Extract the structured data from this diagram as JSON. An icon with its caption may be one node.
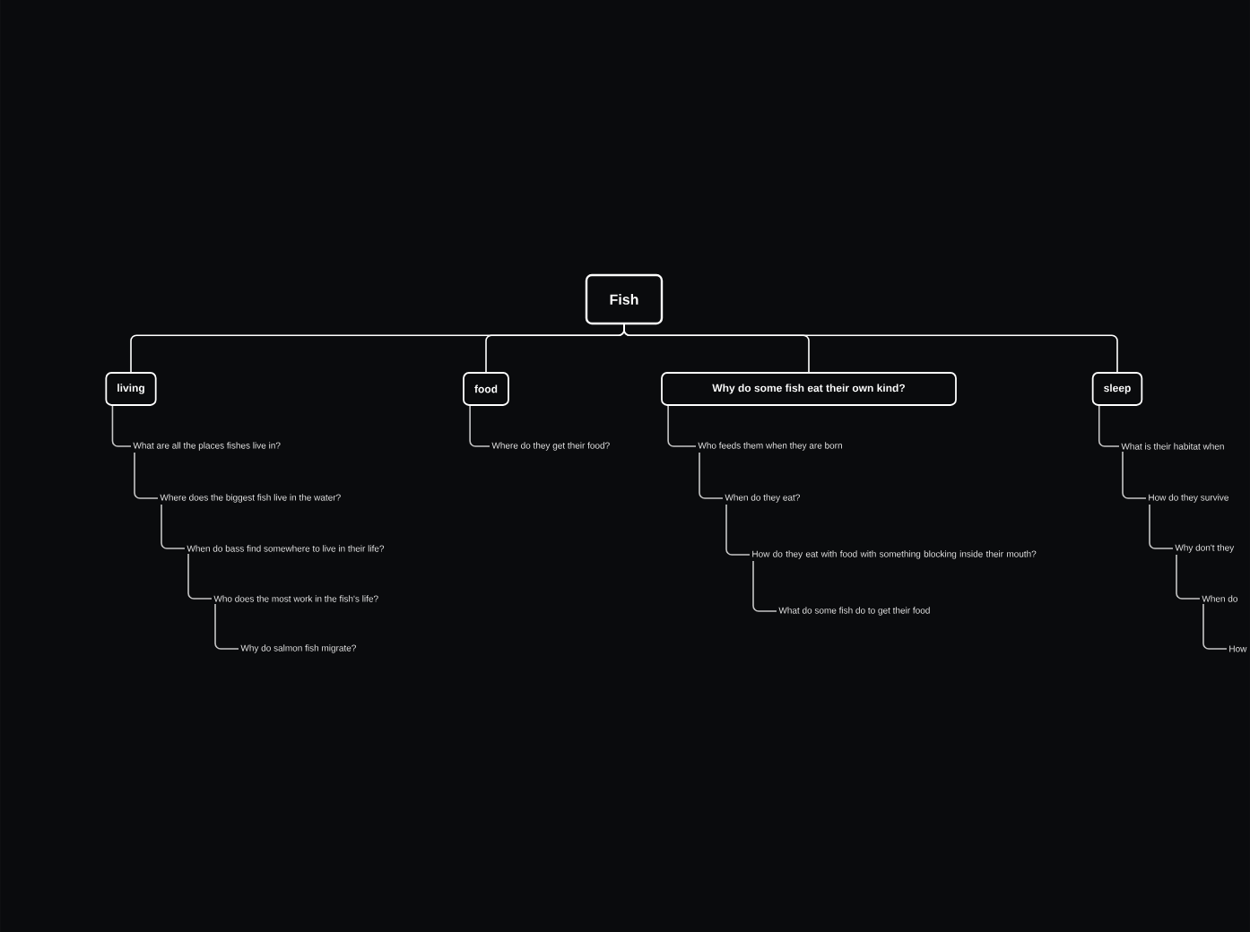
{
  "diagram": {
    "nodes": [
      {
        "text": [
          "Fish"
        ]
      },
      {
        "text": [
          "living"
        ]
      },
      {
        "text": [
          "food"
        ]
      },
      {
        "text": [
          "Why do some fish eat their own kind?"
        ]
      },
      {
        "text": [
          "sleep"
        ]
      },
      {
        "text": [
          "What are all the places fishes live in?"
        ]
      },
      {
        "text": [
          "Where does the biggest fish live in the water?"
        ]
      },
      {
        "text": [
          "When do bass find somewhere to live in their life?"
        ]
      },
      {
        "text": [
          "Who does the most work in the fish's life?"
        ]
      },
      {
        "text": [
          "Why do salmon fish migrate?"
        ]
      },
      {
        "text": [
          "Where do they get their food?"
        ]
      },
      {
        "text": [
          "Who feeds them when they are born"
        ]
      },
      {
        "text": [
          "When do they eat?"
        ]
      },
      {
        "text": [
          "How do they eat with food with something blocking inside their mouth?"
        ]
      },
      {
        "text": [
          "What do some fish do to get their food"
        ]
      },
      {
        "text": [
          "What is their habitat when"
        ]
      },
      {
        "text": [
          "How do they survive"
        ]
      },
      {
        "text": [
          "Why don't they"
        ]
      },
      {
        "text": [
          "When do"
        ]
      },
      {
        "text": [
          "How"
        ]
      }
    ],
    "edges": [
      {
        "from": 0,
        "to": 1,
        "arrow": "none",
        "color": "#ffffff"
      },
      {
        "from": 0,
        "to": 2,
        "arrow": "none",
        "color": "#ffffff"
      },
      {
        "from": 0,
        "to": 3,
        "arrow": "none",
        "color": "#ffffff"
      },
      {
        "from": 0,
        "to": 4,
        "arrow": "none",
        "color": "#ffffff"
      },
      {
        "from": 1,
        "to": 5,
        "arrow": "none"
      },
      {
        "from": 5,
        "to": 6,
        "arrow": "none"
      },
      {
        "from": 6,
        "to": 7,
        "arrow": "none"
      },
      {
        "from": 7,
        "to": 8,
        "arrow": "none"
      },
      {
        "from": 8,
        "to": 9,
        "arrow": "none"
      },
      {
        "from": 2,
        "to": 10,
        "arrow": "none"
      },
      {
        "from": 3,
        "to": 11,
        "arrow": "none"
      },
      {
        "from": 11,
        "to": 12,
        "arrow": "none"
      },
      {
        "from": 12,
        "to": 13,
        "arrow": "none"
      },
      {
        "from": 13,
        "to": 14,
        "arrow": "none"
      },
      {
        "from": 4,
        "to": 15,
        "arrow": "none"
      },
      {
        "from": 15,
        "to": 16,
        "arrow": "none"
      },
      {
        "from": 16,
        "to": 17,
        "arrow": "none"
      },
      {
        "from": 17,
        "to": 18,
        "arrow": "none"
      },
      {
        "from": 18,
        "to": 19,
        "arrow": "none"
      }
    ]
  }
}
